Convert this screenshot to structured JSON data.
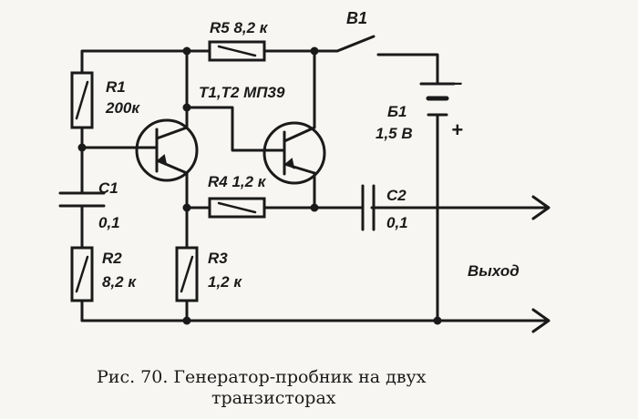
{
  "labels": {
    "r1_name": "R1",
    "r1_value": "200к",
    "r2_name": "R2",
    "r2_value": "8,2 к",
    "r3_name": "R3",
    "r3_value": "1,2 к",
    "r4": "R4 1,2 к",
    "r5": "R5 8,2 к",
    "c1_name": "C1",
    "c1_value": "0,1",
    "c2_name": "C2",
    "c2_value": "0,1",
    "transistors": "Т1,Т2  МП39",
    "switch": "В1",
    "battery_name": "Б1",
    "battery_value": "1,5 В",
    "minus": "–",
    "plus": "+",
    "output": "Выход"
  },
  "caption": {
    "line1": "Рис. 70. Генератор-пробник на двух",
    "line2": "транзисторах"
  }
}
